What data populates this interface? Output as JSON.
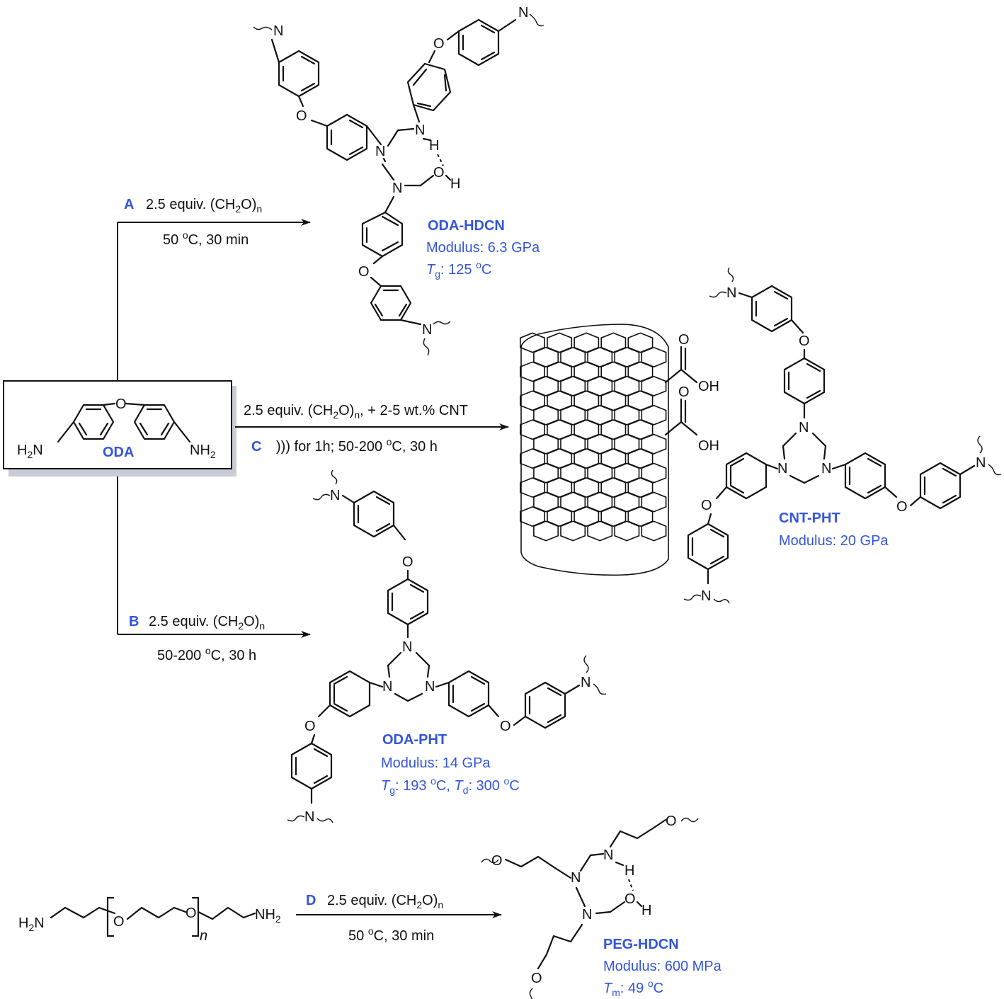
{
  "start_material": {
    "name": "ODA",
    "left_group": "H2N",
    "right_group": "NH2",
    "bridge_atom": "O"
  },
  "reaction_A": {
    "step": "A",
    "reagent": "2.5 equiv. (CH2O)n",
    "conditions": "50 oC, 30 min"
  },
  "reaction_B": {
    "step": "B",
    "reagent": "2.5 equiv. (CH2O)n",
    "conditions": "50-200 oC, 30 h"
  },
  "reaction_C": {
    "step": "C",
    "reagent": "2.5 equiv. (CH2O)n, + 2-5 wt.% CNT",
    "conditions": "))) for 1h; 50-200 oC, 30 h"
  },
  "reaction_D": {
    "step": "D",
    "reagent": "2.5 equiv. (CH2O)n",
    "conditions": "50 oC, 30 min"
  },
  "product_ODA_HDCN": {
    "name": "ODA-HDCN",
    "modulus_label": "Modulus:",
    "modulus_value": "6.3 GPa",
    "tg_label": "T",
    "tg_sub": "g",
    "tg_value": "125 oC"
  },
  "product_ODA_PHT": {
    "name": "ODA-PHT",
    "modulus_label": "Modulus:",
    "modulus_value": "14 GPa",
    "tg_label": "T",
    "tg_sub": "g",
    "tg_value": "193 oC",
    "td_label": "T",
    "td_sub": "d",
    "td_value": "300 oC"
  },
  "product_CNT_PHT": {
    "name": "CNT-PHT",
    "modulus_label": "Modulus:",
    "modulus_value": "20 GPa",
    "acid_group": "OH"
  },
  "product_PEG_HDCN": {
    "name": "PEG-HDCN",
    "modulus_label": "Modulus:",
    "modulus_value": "600 MPa",
    "tm_label": "T",
    "tm_sub": "m",
    "tm_value": "49 oC"
  },
  "peg_diamine": {
    "left_group": "H2N",
    "right_group": "NH2",
    "repeat": "n"
  },
  "atoms": {
    "N": "N",
    "O": "O",
    "H": "H"
  }
}
